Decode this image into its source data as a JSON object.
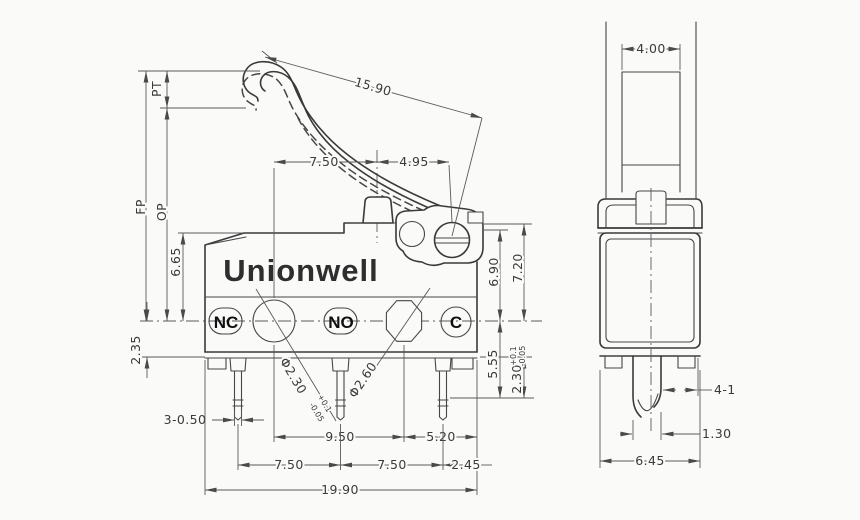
{
  "title": "Unionwell micro switch technical drawing",
  "colors": {
    "line": "#3a3a3a",
    "dimension": "#5a5a5a",
    "text": "#333333",
    "brand_text": "#2e2e2e",
    "background": "#fafaf9"
  },
  "front": {
    "brand": "Unionwell",
    "terminals": {
      "nc": "NC",
      "no": "NO",
      "c": "C"
    },
    "dims": {
      "lever_length": "15.90",
      "plunger_offset": "7.50",
      "pivot_offset": "4.95",
      "pt": "PT",
      "fp": "FP",
      "op": "OP",
      "top_to_center": "6.65",
      "center_to_bottom": "2.35",
      "right_inner": "6.90",
      "right_outer": "7.20",
      "center_to_shoulder": "5.55",
      "bottom_to_shoulder": "2.30",
      "bottom_to_shoulder_tol_up": "+0.1",
      "bottom_to_shoulder_tol_dn": "-0.05",
      "hole_nc_dia": "Φ2.30",
      "hole_nc_tol_up": "+0.1",
      "hole_nc_tol_dn": "-0.05",
      "hole_no_dia": "Φ2.60",
      "pin_width": "3-0.50",
      "hole_pitch": "9.50",
      "hole_edge": "5.20",
      "pin_pitch_left": "7.50",
      "pin_pitch_right": "7.50",
      "pin_edge": "2.45",
      "overall_width": "19.90"
    }
  },
  "side": {
    "dims": {
      "lever_width": "4.00",
      "pin_note": "4-1",
      "pin_thickness": "1.30",
      "body_depth": "6.45"
    }
  }
}
